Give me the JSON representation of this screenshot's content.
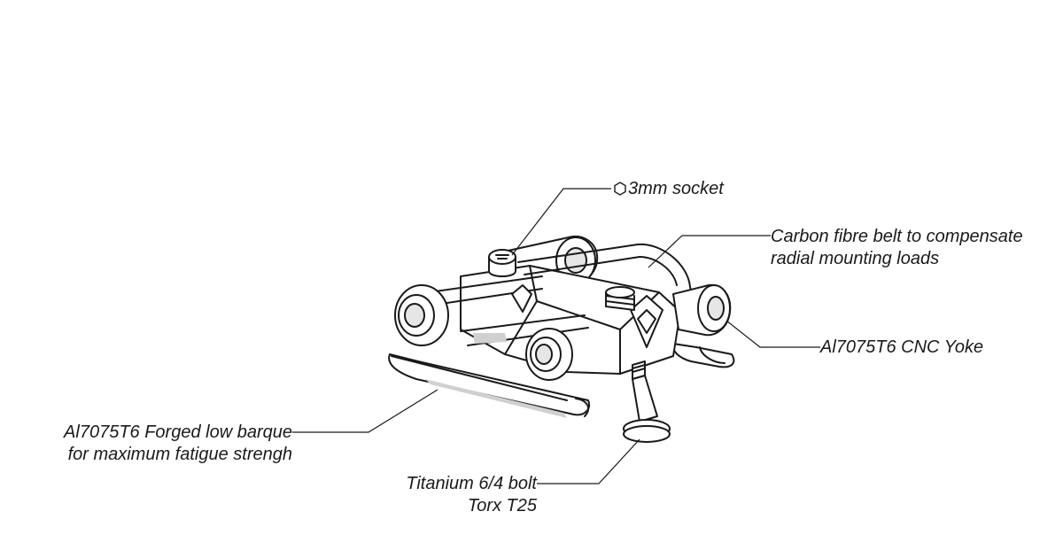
{
  "callouts": {
    "socket": {
      "text": "3mm socket",
      "icon": "hex-socket-icon"
    },
    "belt": {
      "line1": "Carbon fibre belt to compensate",
      "line2": "radial mounting loads"
    },
    "yoke": {
      "text": "Al7075T6 CNC Yoke"
    },
    "barque": {
      "line1": "Al7075T6 Forged low barque",
      "line2": "for maximum fatigue strengh"
    },
    "bolt": {
      "line1": "Titanium 6/4 bolt",
      "line2": "Torx T25"
    }
  },
  "colors": {
    "ink": "#1a1a1a",
    "background": "#ffffff",
    "part_fill": "#ffffff",
    "shade": "#d0d0d0"
  }
}
